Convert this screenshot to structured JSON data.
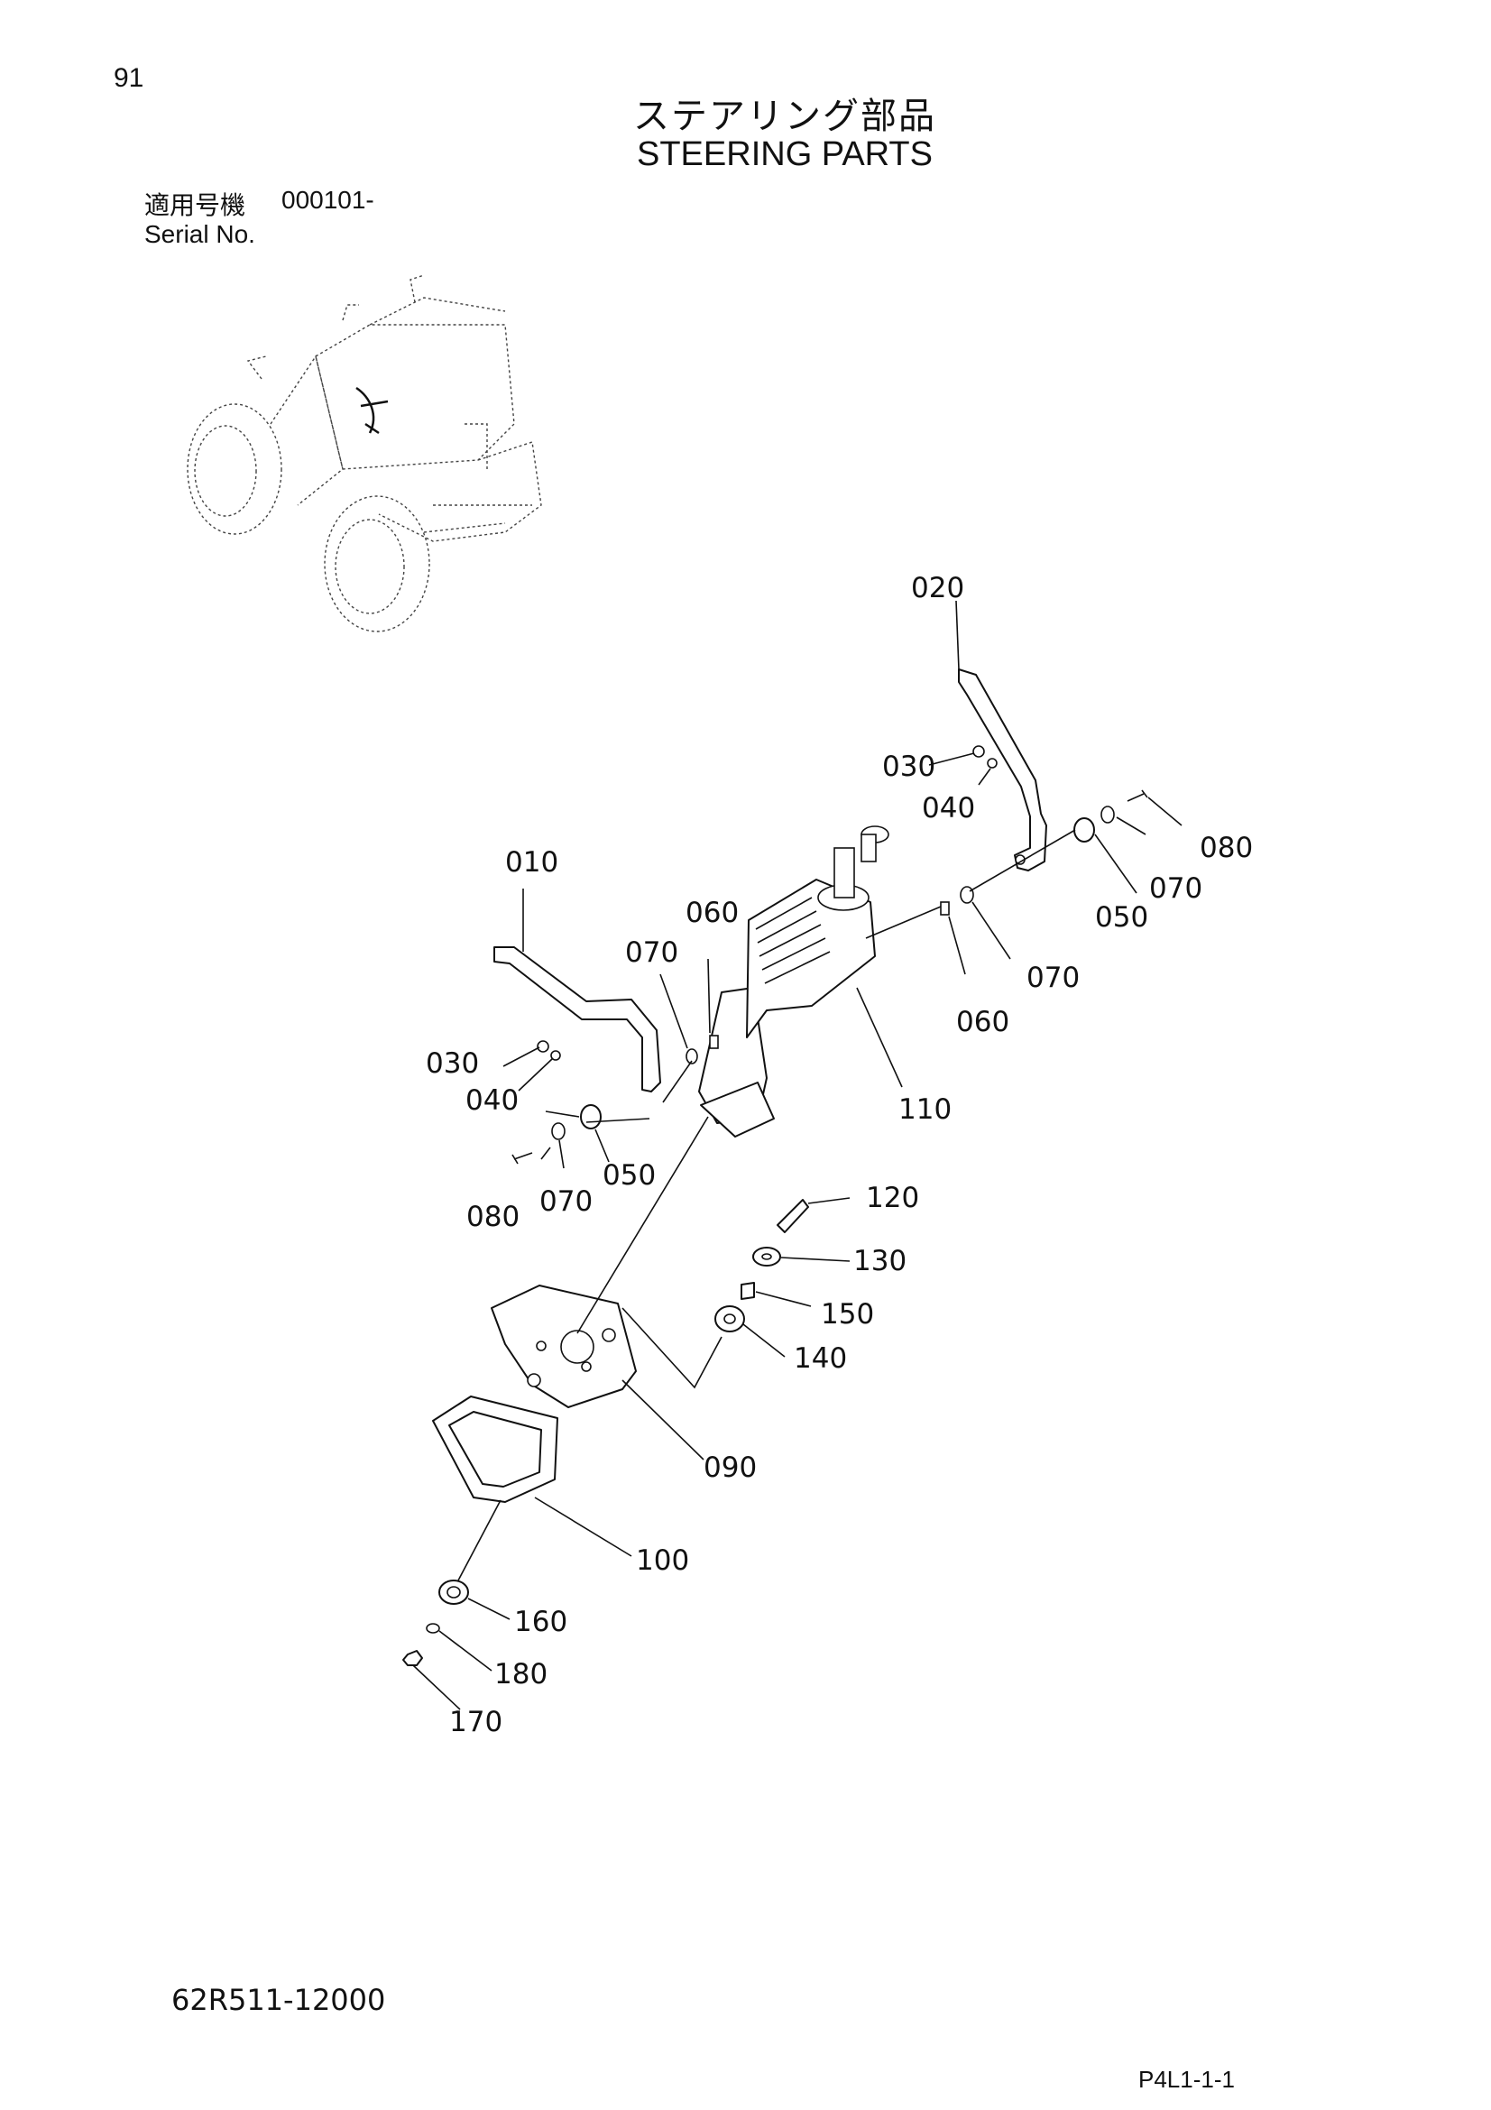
{
  "header": {
    "page_number": "91",
    "title_jp": "ステアリング部品",
    "title_en": "STEERING PARTS",
    "serial_label_jp": "適用号機",
    "serial_value": "000101-",
    "serial_label_en": "Serial No."
  },
  "callouts": {
    "c010": "010",
    "c020": "020",
    "c030a": "030",
    "c040a": "040",
    "c030b": "030",
    "c040b": "040",
    "c050a": "050",
    "c050b": "050",
    "c060a": "060",
    "c060b": "060",
    "c070a": "070",
    "c070b": "070",
    "c070c": "070",
    "c070d": "070",
    "c080a": "080",
    "c080b": "080",
    "c090": "090",
    "c100": "100",
    "c110": "110",
    "c120": "120",
    "c130": "130",
    "c140": "140",
    "c150": "150",
    "c160": "160",
    "c170": "170",
    "c180": "180"
  },
  "footer": {
    "drawing_no": "62R511-12000",
    "page_code": "P4L1-1-1"
  }
}
